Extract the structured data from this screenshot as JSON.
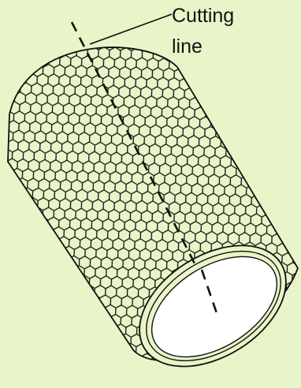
{
  "diagram": {
    "label_line1": "Cutting",
    "label_line2": "line",
    "colors": {
      "background": "#e8f5c8",
      "outline": "#111111",
      "hole": "#ffffff",
      "hexagon_fill": "#e8f5c8"
    },
    "icons": [
      "carbon-nanotube-cylinder",
      "hexagonal-lattice",
      "dashed-cutting-line",
      "leader-line"
    ]
  }
}
